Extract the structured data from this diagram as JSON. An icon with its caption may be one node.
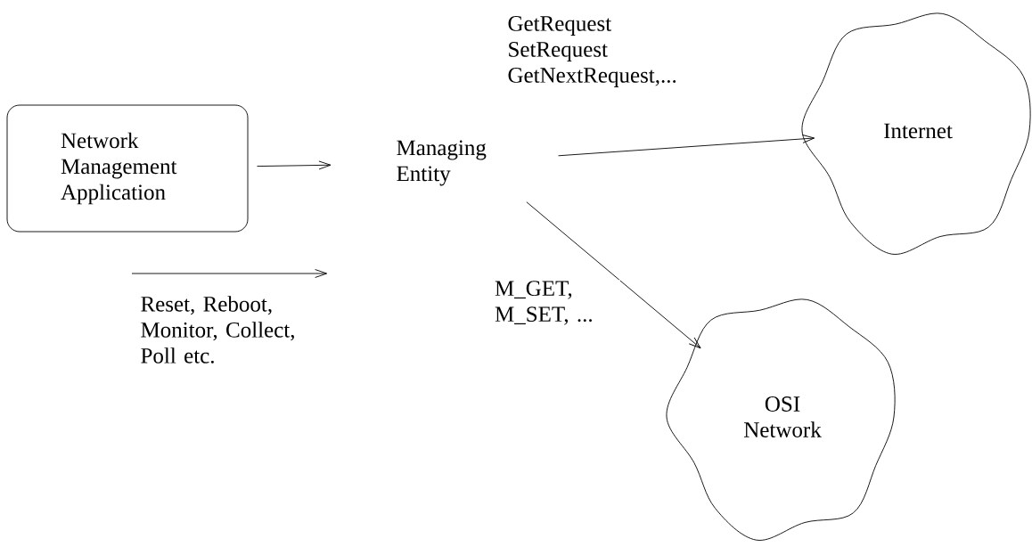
{
  "diagram": {
    "nodes": [
      {
        "text": [
          "Network Management Application"
        ]
      },
      {
        "text": [
          "Managing Entity"
        ]
      },
      {
        "text": [
          "Internet"
        ]
      },
      {
        "text": [
          "OSI Network"
        ]
      }
    ],
    "edges": [
      {
        "from": 0,
        "to": 1,
        "arrow": "to"
      },
      {
        "from": 1,
        "to": 2,
        "arrow": "to",
        "label": "GetRequest SetRequest GetNextRequest,..."
      },
      {
        "from": 1,
        "to": 3,
        "arrow": "to",
        "label": "M_GET, M_SET, ..."
      }
    ],
    "labels": [
      "Reset, Reboot, Monitor, Collect, Poll etc."
    ]
  }
}
